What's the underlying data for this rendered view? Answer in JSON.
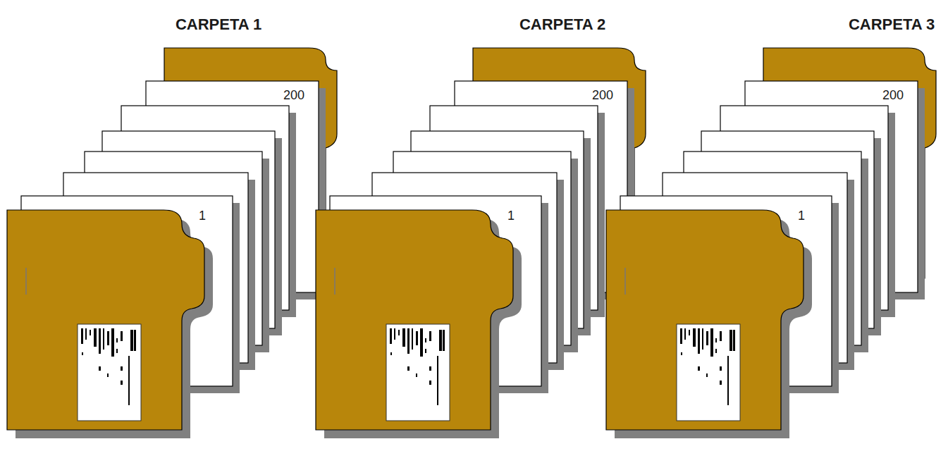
{
  "diagram": {
    "nodes": [
      {
        "text": [
          "CARPETA 1"
        ]
      },
      {
        "text": [
          "200"
        ],
        "in": 0
      },
      {
        "text": [
          "1"
        ],
        "in": 0
      },
      {
        "text": [
          "CARPETA 2"
        ]
      },
      {
        "text": [
          "200"
        ],
        "in": 3
      },
      {
        "text": [
          "1"
        ],
        "in": 3
      },
      {
        "text": [
          "CARPETA 3"
        ]
      },
      {
        "text": [
          "200"
        ],
        "in": 6
      },
      {
        "text": [
          "1"
        ],
        "in": 6
      }
    ]
  }
}
